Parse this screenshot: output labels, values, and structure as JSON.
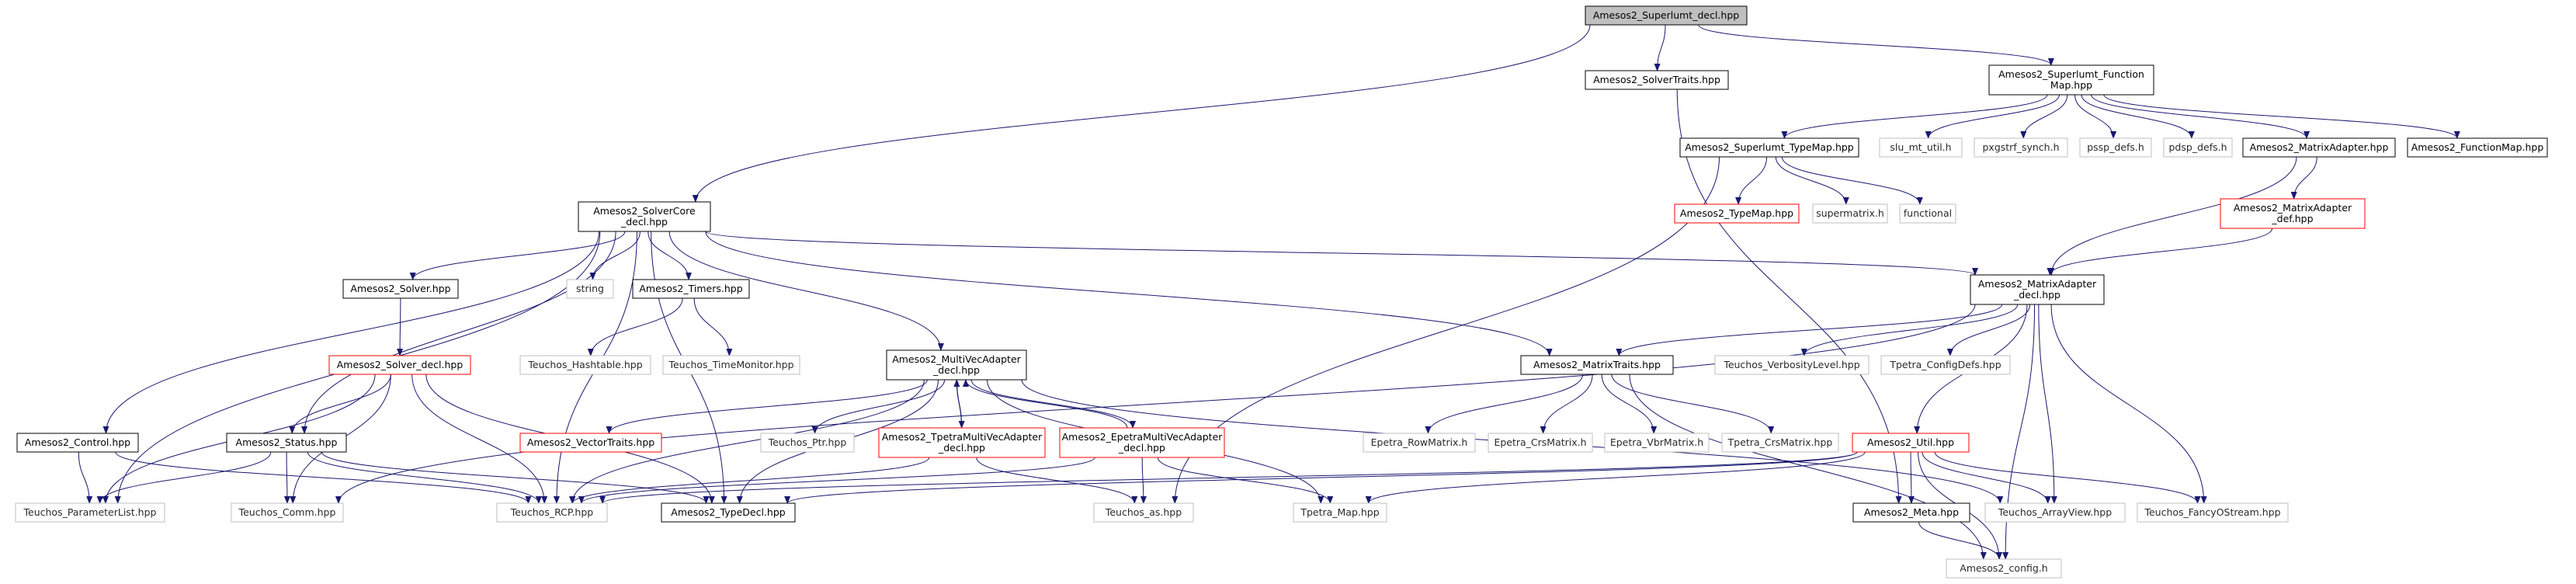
{
  "diagram": {
    "nodes": [
      {
        "id": "root",
        "lines": [
          "Amesos2_Superlumt_decl.hpp"
        ],
        "style": "root"
      },
      {
        "id": "solvertraits",
        "lines": [
          "Amesos2_SolverTraits.hpp"
        ],
        "style": "black"
      },
      {
        "id": "superlumt_fmap",
        "lines": [
          "Amesos2_Superlumt_Function",
          "Map.hpp"
        ],
        "style": "black"
      },
      {
        "id": "solvercore",
        "lines": [
          "Amesos2_SolverCore",
          "_decl.hpp"
        ],
        "style": "black"
      },
      {
        "id": "superlumt_tmap",
        "lines": [
          "Amesos2_Superlumt_TypeMap.hpp"
        ],
        "style": "black"
      },
      {
        "id": "slu_mt_util",
        "lines": [
          "slu_mt_util.h"
        ],
        "style": "gray"
      },
      {
        "id": "pxgstrf",
        "lines": [
          "pxgstrf_synch.h"
        ],
        "style": "gray"
      },
      {
        "id": "pssp_defs",
        "lines": [
          "pssp_defs.h"
        ],
        "style": "gray"
      },
      {
        "id": "pdsp_defs",
        "lines": [
          "pdsp_defs.h"
        ],
        "style": "gray"
      },
      {
        "id": "matrixadapter",
        "lines": [
          "Amesos2_MatrixAdapter.hpp"
        ],
        "style": "black"
      },
      {
        "id": "functionmap",
        "lines": [
          "Amesos2_FunctionMap.hpp"
        ],
        "style": "black"
      },
      {
        "id": "typemap",
        "lines": [
          "Amesos2_TypeMap.hpp"
        ],
        "style": "red"
      },
      {
        "id": "supermatrix",
        "lines": [
          "supermatrix.h"
        ],
        "style": "gray"
      },
      {
        "id": "functional",
        "lines": [
          "functional"
        ],
        "style": "gray"
      },
      {
        "id": "madapter_def",
        "lines": [
          "Amesos2_MatrixAdapter",
          "_def.hpp"
        ],
        "style": "red"
      },
      {
        "id": "solver",
        "lines": [
          "Amesos2_Solver.hpp"
        ],
        "style": "black"
      },
      {
        "id": "string",
        "lines": [
          "string"
        ],
        "style": "gray"
      },
      {
        "id": "timers",
        "lines": [
          "Amesos2_Timers.hpp"
        ],
        "style": "black"
      },
      {
        "id": "madapter_decl",
        "lines": [
          "Amesos2_MatrixAdapter",
          "_decl.hpp"
        ],
        "style": "black"
      },
      {
        "id": "solver_decl",
        "lines": [
          "Amesos2_Solver_decl.hpp"
        ],
        "style": "red"
      },
      {
        "id": "hashtable",
        "lines": [
          "Teuchos_Hashtable.hpp"
        ],
        "style": "gray"
      },
      {
        "id": "timemonitor",
        "lines": [
          "Teuchos_TimeMonitor.hpp"
        ],
        "style": "gray"
      },
      {
        "id": "mvadapter_decl",
        "lines": [
          "Amesos2_MultiVecAdapter",
          "_decl.hpp"
        ],
        "style": "black"
      },
      {
        "id": "matrixtraits",
        "lines": [
          "Amesos2_MatrixTraits.hpp"
        ],
        "style": "black"
      },
      {
        "id": "verbosity",
        "lines": [
          "Teuchos_VerbosityLevel.hpp"
        ],
        "style": "gray"
      },
      {
        "id": "tpetra_configdefs",
        "lines": [
          "Tpetra_ConfigDefs.hpp"
        ],
        "style": "gray"
      },
      {
        "id": "control",
        "lines": [
          "Amesos2_Control.hpp"
        ],
        "style": "black"
      },
      {
        "id": "status",
        "lines": [
          "Amesos2_Status.hpp"
        ],
        "style": "black"
      },
      {
        "id": "vectortraits",
        "lines": [
          "Amesos2_VectorTraits.hpp"
        ],
        "style": "red"
      },
      {
        "id": "teuchos_ptr",
        "lines": [
          "Teuchos_Ptr.hpp"
        ],
        "style": "gray"
      },
      {
        "id": "tpetra_mva",
        "lines": [
          "Amesos2_TpetraMultiVecAdapter",
          "_decl.hpp"
        ],
        "style": "red"
      },
      {
        "id": "epetra_mva",
        "lines": [
          "Amesos2_EpetraMultiVecAdapter",
          "_decl.hpp"
        ],
        "style": "red"
      },
      {
        "id": "epetra_row",
        "lines": [
          "Epetra_RowMatrix.h"
        ],
        "style": "gray"
      },
      {
        "id": "epetra_crs",
        "lines": [
          "Epetra_CrsMatrix.h"
        ],
        "style": "gray"
      },
      {
        "id": "epetra_vbr",
        "lines": [
          "Epetra_VbrMatrix.h"
        ],
        "style": "gray"
      },
      {
        "id": "tpetra_crs",
        "lines": [
          "Tpetra_CrsMatrix.hpp"
        ],
        "style": "gray"
      },
      {
        "id": "util",
        "lines": [
          "Amesos2_Util.hpp"
        ],
        "style": "red"
      },
      {
        "id": "paramlist",
        "lines": [
          "Teuchos_ParameterList.hpp"
        ],
        "style": "gray"
      },
      {
        "id": "teuchos_comm",
        "lines": [
          "Teuchos_Comm.hpp"
        ],
        "style": "gray"
      },
      {
        "id": "teuchos_rcp",
        "lines": [
          "Teuchos_RCP.hpp"
        ],
        "style": "gray"
      },
      {
        "id": "typedecl",
        "lines": [
          "Amesos2_TypeDecl.hpp"
        ],
        "style": "black"
      },
      {
        "id": "teuchos_as",
        "lines": [
          "Teuchos_as.hpp"
        ],
        "style": "gray"
      },
      {
        "id": "tpetra_map",
        "lines": [
          "Tpetra_Map.hpp"
        ],
        "style": "gray"
      },
      {
        "id": "meta",
        "lines": [
          "Amesos2_Meta.hpp"
        ],
        "style": "black"
      },
      {
        "id": "arrayview",
        "lines": [
          "Teuchos_ArrayView.hpp"
        ],
        "style": "gray"
      },
      {
        "id": "fancyostream",
        "lines": [
          "Teuchos_FancyOStream.hpp"
        ],
        "style": "gray"
      },
      {
        "id": "config",
        "lines": [
          "Amesos2_config.h"
        ],
        "style": "gray"
      }
    ],
    "edges": [
      [
        "root",
        "solvertraits"
      ],
      [
        "root",
        "superlumt_fmap"
      ],
      [
        "root",
        "solvercore"
      ],
      [
        "superlumt_fmap",
        "superlumt_tmap"
      ],
      [
        "superlumt_fmap",
        "slu_mt_util"
      ],
      [
        "superlumt_fmap",
        "pxgstrf"
      ],
      [
        "superlumt_fmap",
        "pssp_defs"
      ],
      [
        "superlumt_fmap",
        "pdsp_defs"
      ],
      [
        "superlumt_fmap",
        "matrixadapter"
      ],
      [
        "superlumt_fmap",
        "functionmap"
      ],
      [
        "solvertraits",
        "meta"
      ],
      [
        "superlumt_tmap",
        "typemap"
      ],
      [
        "superlumt_tmap",
        "supermatrix"
      ],
      [
        "superlumt_tmap",
        "functional"
      ],
      [
        "superlumt_tmap",
        "teuchos_as"
      ],
      [
        "matrixadapter",
        "madapter_def"
      ],
      [
        "matrixadapter",
        "madapter_decl"
      ],
      [
        "madapter_def",
        "madapter_decl"
      ],
      [
        "solvercore",
        "solver"
      ],
      [
        "solvercore",
        "string"
      ],
      [
        "solvercore",
        "timers"
      ],
      [
        "solvercore",
        "madapter_decl"
      ],
      [
        "solvercore",
        "mvadapter_decl"
      ],
      [
        "solvercore",
        "matrixtraits"
      ],
      [
        "solvercore",
        "control"
      ],
      [
        "solvercore",
        "status"
      ],
      [
        "solvercore",
        "paramlist"
      ],
      [
        "solvercore",
        "teuchos_rcp"
      ],
      [
        "solvercore",
        "typedecl"
      ],
      [
        "solver",
        "solver_decl"
      ],
      [
        "solver_decl",
        "status"
      ],
      [
        "solver_decl",
        "paramlist"
      ],
      [
        "solver_decl",
        "teuchos_comm"
      ],
      [
        "solver_decl",
        "teuchos_rcp"
      ],
      [
        "solver_decl",
        "typedecl"
      ],
      [
        "timers",
        "hashtable"
      ],
      [
        "timers",
        "timemonitor"
      ],
      [
        "madapter_decl",
        "matrixtraits"
      ],
      [
        "madapter_decl",
        "verbosity"
      ],
      [
        "madapter_decl",
        "tpetra_configdefs"
      ],
      [
        "madapter_decl",
        "util"
      ],
      [
        "madapter_decl",
        "arrayview"
      ],
      [
        "madapter_decl",
        "fancyostream"
      ],
      [
        "madapter_decl",
        "config"
      ],
      [
        "madapter_decl",
        "teuchos_comm"
      ],
      [
        "mvadapter_decl",
        "vectortraits"
      ],
      [
        "mvadapter_decl",
        "teuchos_ptr"
      ],
      [
        "mvadapter_decl",
        "tpetra_mva"
      ],
      [
        "mvadapter_decl",
        "epetra_mva"
      ],
      [
        "mvadapter_decl",
        "teuchos_rcp"
      ],
      [
        "mvadapter_decl",
        "typedecl"
      ],
      [
        "mvadapter_decl",
        "tpetra_map"
      ],
      [
        "mvadapter_decl",
        "arrayview"
      ],
      [
        "tpetra_mva",
        "mvadapter_decl"
      ],
      [
        "tpetra_mva",
        "teuchos_as"
      ],
      [
        "tpetra_mva",
        "teuchos_rcp"
      ],
      [
        "epetra_mva",
        "mvadapter_decl"
      ],
      [
        "epetra_mva",
        "teuchos_as"
      ],
      [
        "epetra_mva",
        "teuchos_rcp"
      ],
      [
        "epetra_mva",
        "tpetra_map"
      ],
      [
        "matrixtraits",
        "epetra_row"
      ],
      [
        "matrixtraits",
        "epetra_crs"
      ],
      [
        "matrixtraits",
        "epetra_vbr"
      ],
      [
        "matrixtraits",
        "tpetra_crs"
      ],
      [
        "matrixtraits",
        "config"
      ],
      [
        "util",
        "teuchos_rcp"
      ],
      [
        "util",
        "typedecl"
      ],
      [
        "util",
        "tpetra_map"
      ],
      [
        "util",
        "meta"
      ],
      [
        "util",
        "arrayview"
      ],
      [
        "util",
        "fancyostream"
      ],
      [
        "util",
        "config"
      ],
      [
        "control",
        "paramlist"
      ],
      [
        "control",
        "teuchos_rcp"
      ],
      [
        "status",
        "paramlist"
      ],
      [
        "status",
        "teuchos_comm"
      ],
      [
        "status",
        "teuchos_rcp"
      ],
      [
        "status",
        "typedecl"
      ],
      [
        "meta",
        "config"
      ]
    ]
  },
  "colors": {
    "edge": "#191970",
    "border_black": "#000000",
    "border_gray": "#bfbfbf",
    "border_red": "#ff0000",
    "root_fill": "#bfbfbf",
    "node_fill": "#ffffff"
  }
}
